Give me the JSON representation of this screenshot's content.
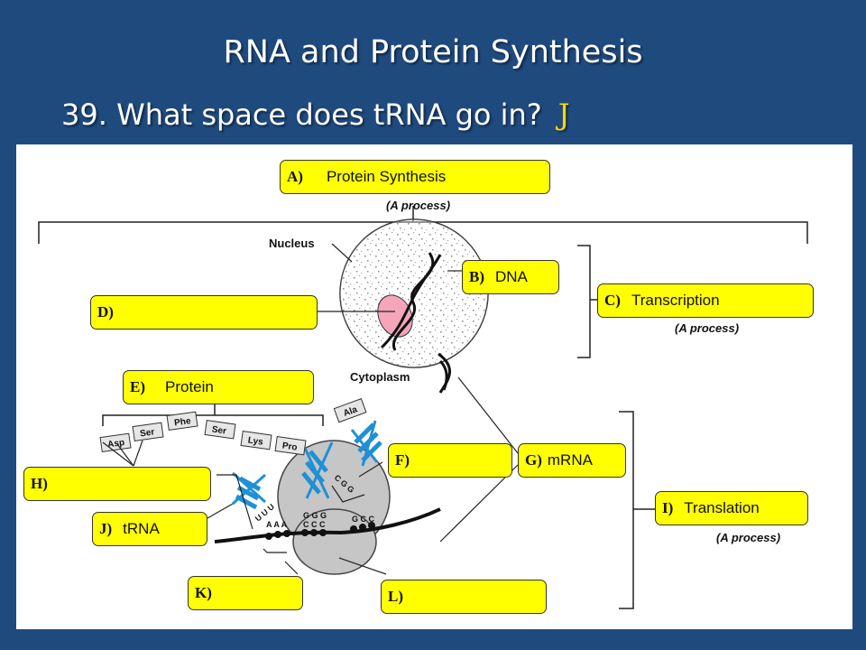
{
  "slide": {
    "title": "RNA and Protein Synthesis",
    "question": "39. What space does tRNA go in?",
    "answer": "J"
  },
  "diagram": {
    "boxes": [
      {
        "letter": "A)",
        "text": "Protein Synthesis"
      },
      {
        "letter": "B)",
        "text": "DNA"
      },
      {
        "letter": "C)",
        "text": "Transcription"
      },
      {
        "letter": "D)",
        "text": ""
      },
      {
        "letter": "E)",
        "text": "Protein"
      },
      {
        "letter": "F)",
        "text": ""
      },
      {
        "letter": "G)",
        "text": "mRNA"
      },
      {
        "letter": "H)",
        "text": ""
      },
      {
        "letter": "I)",
        "text": "Translation"
      },
      {
        "letter": "J)",
        "text": "tRNA"
      },
      {
        "letter": "K)",
        "text": ""
      },
      {
        "letter": "L)",
        "text": ""
      }
    ],
    "labels": {
      "a_process_1": "(A process)",
      "a_process_2": "(A process)",
      "a_process_3": "(A process)",
      "nucleus": "Nucleus",
      "cytoplasm": "Cytoplasm"
    },
    "amino_acids": [
      "Asp",
      "Ser",
      "Phe",
      "Ser",
      "Lys",
      "Pro"
    ],
    "incoming_amino_acid": "Ala",
    "anticodons": {
      "left": "U U U",
      "middle": "G G G",
      "right": "C G G"
    },
    "mrna_bases": {
      "left": "A A A",
      "middle": "C C C",
      "right": "G C C"
    }
  },
  "colors": {
    "background": "#1f4a7e",
    "box_fill": "#ffff00",
    "answer_color": "#ffd700",
    "helix_blue": "#1e90d6",
    "ribosome_gray": "#c6c6c6",
    "dna_pink": "#f4a6b8"
  }
}
